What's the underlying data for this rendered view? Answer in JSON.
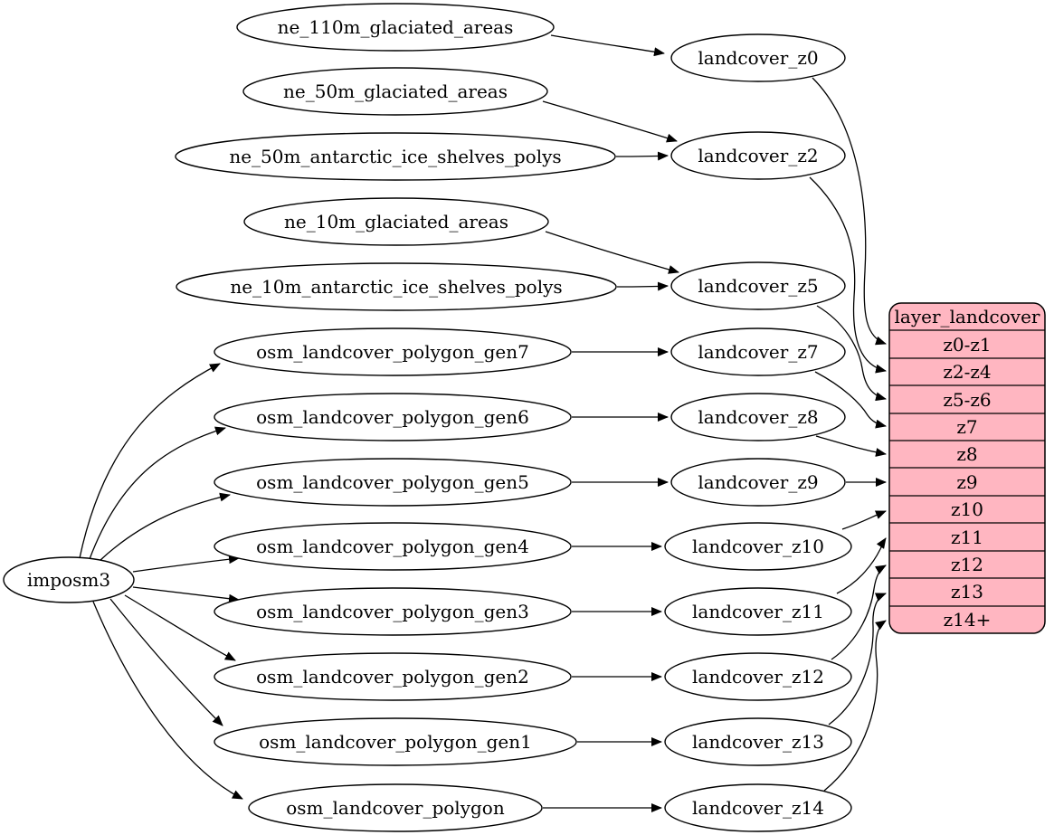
{
  "diagram": {
    "kind": "graphviz-dependency-graph",
    "colors": {
      "background": "#ffffff",
      "node_fill": "#ffffff",
      "node_stroke": "#000000",
      "edge_stroke": "#000000",
      "record_fill": "#ffb6c1",
      "text": "#000000"
    },
    "root": {
      "label": "imposm3"
    },
    "sources": [
      "ne_110m_glaciated_areas",
      "ne_50m_glaciated_areas",
      "ne_50m_antarctic_ice_shelves_polys",
      "ne_10m_glaciated_areas",
      "ne_10m_antarctic_ice_shelves_polys",
      "osm_landcover_polygon_gen7",
      "osm_landcover_polygon_gen6",
      "osm_landcover_polygon_gen5",
      "osm_landcover_polygon_gen4",
      "osm_landcover_polygon_gen3",
      "osm_landcover_polygon_gen2",
      "osm_landcover_polygon_gen1",
      "osm_landcover_polygon"
    ],
    "layers": [
      "landcover_z0",
      "landcover_z2",
      "landcover_z5",
      "landcover_z7",
      "landcover_z8",
      "landcover_z9",
      "landcover_z10",
      "landcover_z11",
      "landcover_z12",
      "landcover_z13",
      "landcover_z14"
    ],
    "record": {
      "title": "layer_landcover",
      "rows": [
        "z0-z1",
        "z2-z4",
        "z5-z6",
        "z7",
        "z8",
        "z9",
        "z10",
        "z11",
        "z12",
        "z13",
        "z14+"
      ]
    },
    "edges": [
      {
        "from": "imposm3",
        "to": "osm_landcover_polygon_gen7"
      },
      {
        "from": "imposm3",
        "to": "osm_landcover_polygon_gen6"
      },
      {
        "from": "imposm3",
        "to": "osm_landcover_polygon_gen5"
      },
      {
        "from": "imposm3",
        "to": "osm_landcover_polygon_gen4"
      },
      {
        "from": "imposm3",
        "to": "osm_landcover_polygon_gen3"
      },
      {
        "from": "imposm3",
        "to": "osm_landcover_polygon_gen2"
      },
      {
        "from": "imposm3",
        "to": "osm_landcover_polygon_gen1"
      },
      {
        "from": "imposm3",
        "to": "osm_landcover_polygon"
      },
      {
        "from": "ne_110m_glaciated_areas",
        "to": "landcover_z0"
      },
      {
        "from": "ne_50m_glaciated_areas",
        "to": "landcover_z2"
      },
      {
        "from": "ne_50m_antarctic_ice_shelves_polys",
        "to": "landcover_z2"
      },
      {
        "from": "ne_10m_glaciated_areas",
        "to": "landcover_z5"
      },
      {
        "from": "ne_10m_antarctic_ice_shelves_polys",
        "to": "landcover_z5"
      },
      {
        "from": "osm_landcover_polygon_gen7",
        "to": "landcover_z7"
      },
      {
        "from": "osm_landcover_polygon_gen6",
        "to": "landcover_z8"
      },
      {
        "from": "osm_landcover_polygon_gen5",
        "to": "landcover_z9"
      },
      {
        "from": "osm_landcover_polygon_gen4",
        "to": "landcover_z10"
      },
      {
        "from": "osm_landcover_polygon_gen3",
        "to": "landcover_z11"
      },
      {
        "from": "osm_landcover_polygon_gen2",
        "to": "landcover_z12"
      },
      {
        "from": "osm_landcover_polygon_gen1",
        "to": "landcover_z13"
      },
      {
        "from": "osm_landcover_polygon",
        "to": "landcover_z14"
      },
      {
        "from": "landcover_z0",
        "to": "layer_landcover:z0-z1"
      },
      {
        "from": "landcover_z2",
        "to": "layer_landcover:z2-z4"
      },
      {
        "from": "landcover_z5",
        "to": "layer_landcover:z5-z6"
      },
      {
        "from": "landcover_z7",
        "to": "layer_landcover:z7"
      },
      {
        "from": "landcover_z8",
        "to": "layer_landcover:z8"
      },
      {
        "from": "landcover_z9",
        "to": "layer_landcover:z9"
      },
      {
        "from": "landcover_z10",
        "to": "layer_landcover:z10"
      },
      {
        "from": "landcover_z11",
        "to": "layer_landcover:z11"
      },
      {
        "from": "landcover_z12",
        "to": "layer_landcover:z12"
      },
      {
        "from": "landcover_z13",
        "to": "layer_landcover:z13"
      },
      {
        "from": "landcover_z14",
        "to": "layer_landcover:z14+"
      }
    ]
  }
}
